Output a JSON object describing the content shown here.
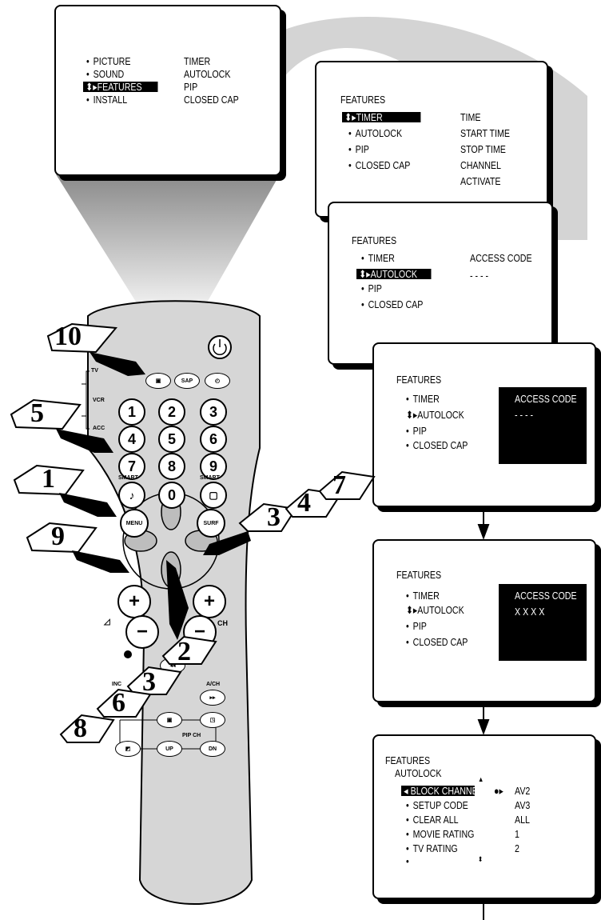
{
  "main_menu": {
    "left": [
      "PICTURE",
      "SOUND",
      "FEATURES",
      "INSTALL"
    ],
    "right": [
      "TIMER",
      "AUTOLOCK",
      "PIP",
      "CLOSED CAP"
    ]
  },
  "screen_timer": {
    "title": "FEATURES",
    "items": [
      "TIMER",
      "AUTOLOCK",
      "PIP",
      "CLOSED CAP"
    ],
    "options": [
      "TIME",
      "START TIME",
      "STOP TIME",
      "CHANNEL",
      "ACTIVATE"
    ]
  },
  "screen_autolock": {
    "title": "FEATURES",
    "items": [
      "TIMER",
      "AUTOLOCK",
      "PIP",
      "CLOSED CAP"
    ],
    "code_label": "ACCESS CODE",
    "code_value": "- - - -"
  },
  "screen_code_entry": {
    "title": "FEATURES",
    "items": [
      "TIMER",
      "AUTOLOCK",
      "PIP",
      "CLOSED CAP"
    ],
    "code_label": "ACCESS CODE",
    "code_value": "- - - -"
  },
  "screen_code_filled": {
    "title": "FEATURES",
    "items": [
      "TIMER",
      "AUTOLOCK",
      "PIP",
      "CLOSED CAP"
    ],
    "code_label": "ACCESS CODE",
    "code_value": "X X X X"
  },
  "screen_block": {
    "title": "FEATURES",
    "subtitle": "AUTOLOCK",
    "items": [
      "BLOCK CHANNEL",
      "SETUP CODE",
      "CLEAR ALL",
      "MOVIE RATING",
      "TV RATING"
    ],
    "values": [
      "AV2",
      "AV3",
      "ALL",
      "1",
      "2"
    ]
  },
  "remote": {
    "numbers": [
      "1",
      "2",
      "3",
      "4",
      "5",
      "6",
      "7",
      "8",
      "9",
      "0"
    ],
    "sap": "SAP",
    "tv": "TV",
    "vcr": "VCR",
    "acc": "ACC",
    "smart_left": "SMART",
    "smart_right": "SMART",
    "menu": "MENU",
    "surf": "SURF",
    "ch": "CH",
    "ach": "A/CH",
    "inc": "INC",
    "pip_ch": "PIP CH",
    "up": "UP",
    "dn": "DN",
    "plus": "+",
    "minus": "−"
  },
  "steps": {
    "s10": "10",
    "s5": "5",
    "s1": "1",
    "s9": "9",
    "s3a": "3",
    "s4": "4",
    "s7": "7",
    "s2": "2",
    "s3b": "3",
    "s6": "6",
    "s8": "8"
  }
}
